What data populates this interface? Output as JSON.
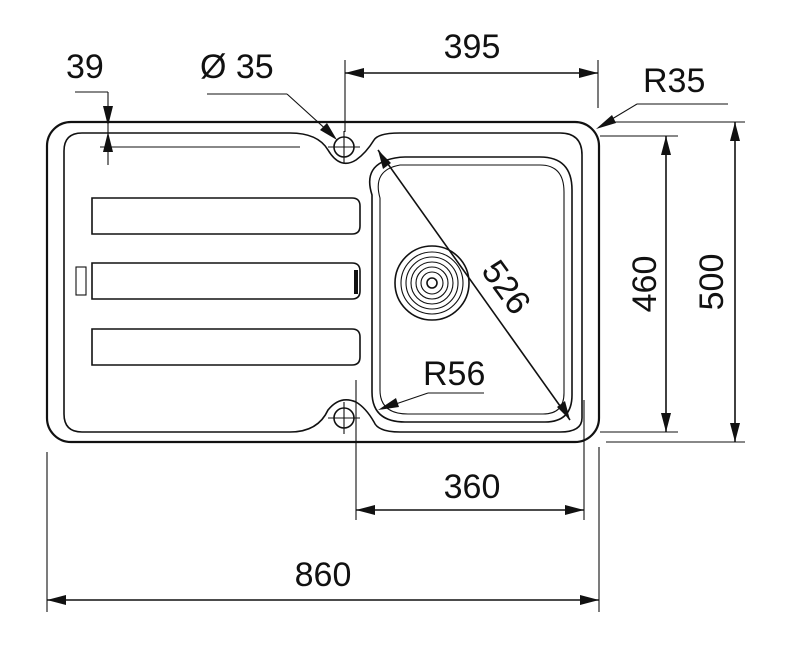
{
  "dimensions": {
    "width": "860",
    "bowl_width": "360",
    "bowl_spacing": "395",
    "height": "500",
    "bowl_height": "460",
    "diagonal": "526",
    "corner_radius": "R35",
    "bowl_radius": "R56",
    "hole_diameter": "Ø 35",
    "drainer_offset": "39"
  },
  "colors": {
    "line": "#111111",
    "background": "#ffffff"
  }
}
